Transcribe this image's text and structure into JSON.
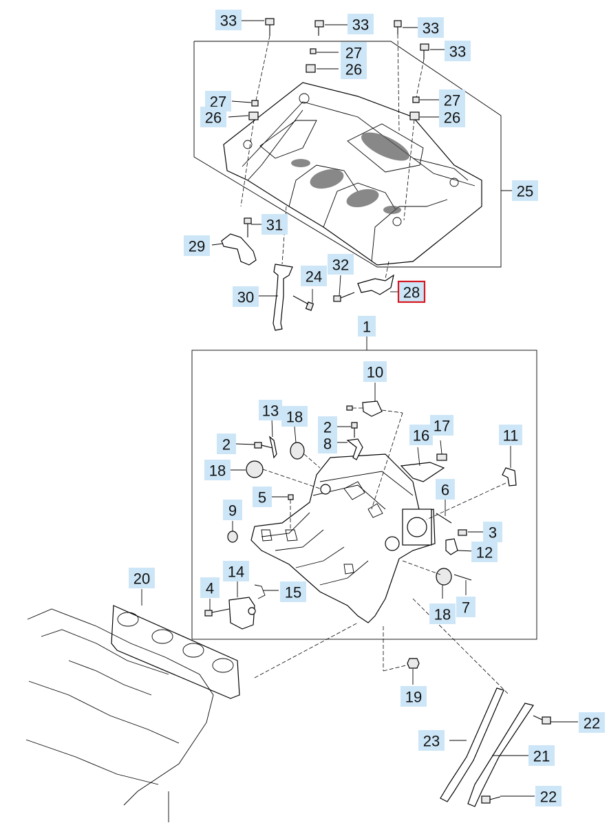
{
  "diagram": {
    "highlighted_part": "28",
    "highlight_color": "#d6161f",
    "callout_fill": "#cde6f7",
    "callouts": [
      {
        "id": "c33a",
        "label": "33"
      },
      {
        "id": "c33b",
        "label": "33"
      },
      {
        "id": "c33c",
        "label": "33"
      },
      {
        "id": "c33d",
        "label": "33"
      },
      {
        "id": "c27a",
        "label": "27"
      },
      {
        "id": "c26a",
        "label": "26"
      },
      {
        "id": "c27b",
        "label": "27"
      },
      {
        "id": "c26b",
        "label": "26"
      },
      {
        "id": "c27c",
        "label": "27"
      },
      {
        "id": "c26c",
        "label": "26"
      },
      {
        "id": "c25",
        "label": "25"
      },
      {
        "id": "c31",
        "label": "31"
      },
      {
        "id": "c29",
        "label": "29"
      },
      {
        "id": "c32",
        "label": "32"
      },
      {
        "id": "c24",
        "label": "24"
      },
      {
        "id": "c30",
        "label": "30"
      },
      {
        "id": "c28",
        "label": "28"
      },
      {
        "id": "c1",
        "label": "1"
      },
      {
        "id": "c10",
        "label": "10"
      },
      {
        "id": "c13",
        "label": "13"
      },
      {
        "id": "c18a",
        "label": "18"
      },
      {
        "id": "c2a",
        "label": "2"
      },
      {
        "id": "c2b",
        "label": "2"
      },
      {
        "id": "c8",
        "label": "8"
      },
      {
        "id": "c16",
        "label": "16"
      },
      {
        "id": "c17",
        "label": "17"
      },
      {
        "id": "c11",
        "label": "11"
      },
      {
        "id": "c18b",
        "label": "18"
      },
      {
        "id": "c5",
        "label": "5"
      },
      {
        "id": "c6",
        "label": "6"
      },
      {
        "id": "c9",
        "label": "9"
      },
      {
        "id": "c3",
        "label": "3"
      },
      {
        "id": "c12",
        "label": "12"
      },
      {
        "id": "c14",
        "label": "14"
      },
      {
        "id": "c20",
        "label": "20"
      },
      {
        "id": "c4",
        "label": "4"
      },
      {
        "id": "c15",
        "label": "15"
      },
      {
        "id": "c18c",
        "label": "18"
      },
      {
        "id": "c7",
        "label": "7"
      },
      {
        "id": "c19",
        "label": "19"
      },
      {
        "id": "c22a",
        "label": "22"
      },
      {
        "id": "c23",
        "label": "23"
      },
      {
        "id": "c21",
        "label": "21"
      },
      {
        "id": "c22b",
        "label": "22"
      }
    ]
  }
}
